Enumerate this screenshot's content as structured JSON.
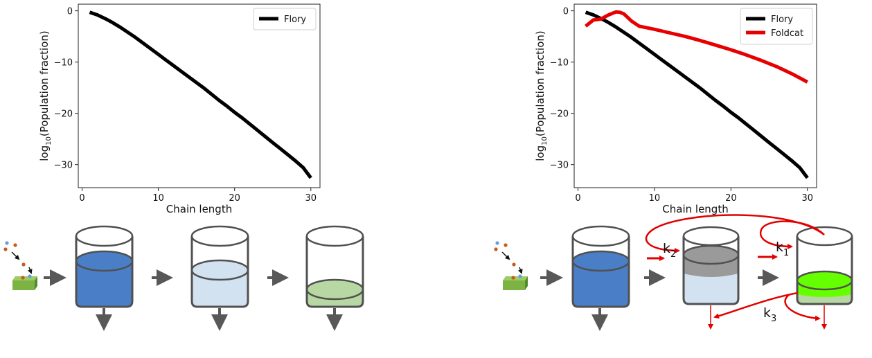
{
  "chart_data": [
    {
      "type": "line",
      "xlabel": "Chain length",
      "ylabel_main": "log",
      "ylabel_sub": "10",
      "ylabel_rest": "(Population fraction)",
      "xlim": [
        -0.5,
        31.2
      ],
      "ylim": [
        -34.5,
        1.3
      ],
      "xticks": [
        0,
        10,
        20,
        30
      ],
      "yticks": [
        0,
        -10,
        -20,
        -30
      ],
      "legend_position": "upper right",
      "grid": false,
      "series": [
        {
          "name": "Flory",
          "color": "#000000",
          "x": [
            1,
            2,
            3,
            4,
            5,
            6,
            7,
            8,
            9,
            10,
            11,
            12,
            13,
            14,
            15,
            16,
            17,
            18,
            19,
            20,
            21,
            22,
            23,
            24,
            25,
            26,
            27,
            28,
            29,
            30
          ],
          "y": [
            -0.3,
            -0.8,
            -1.5,
            -2.3,
            -3.2,
            -4.2,
            -5.2,
            -6.3,
            -7.4,
            -8.5,
            -9.6,
            -10.7,
            -11.8,
            -12.9,
            -14.0,
            -15.1,
            -16.3,
            -17.5,
            -18.6,
            -19.8,
            -20.9,
            -22.1,
            -23.3,
            -24.5,
            -25.7,
            -26.9,
            -28.1,
            -29.3,
            -30.6,
            -32.6
          ]
        }
      ]
    },
    {
      "type": "line",
      "xlabel": "Chain length",
      "ylabel_main": "log",
      "ylabel_sub": "10",
      "ylabel_rest": "(Population fraction)",
      "xlim": [
        -0.5,
        31.2
      ],
      "ylim": [
        -34.5,
        1.3
      ],
      "xticks": [
        0,
        10,
        20,
        30
      ],
      "yticks": [
        0,
        -10,
        -20,
        -30
      ],
      "legend_position": "upper right",
      "grid": false,
      "series": [
        {
          "name": "Flory",
          "color": "#000000",
          "x": [
            1,
            2,
            3,
            4,
            5,
            6,
            7,
            8,
            9,
            10,
            11,
            12,
            13,
            14,
            15,
            16,
            17,
            18,
            19,
            20,
            21,
            22,
            23,
            24,
            25,
            26,
            27,
            28,
            29,
            30
          ],
          "y": [
            -0.3,
            -0.8,
            -1.5,
            -2.3,
            -3.2,
            -4.2,
            -5.2,
            -6.3,
            -7.4,
            -8.5,
            -9.6,
            -10.7,
            -11.8,
            -12.9,
            -14.0,
            -15.1,
            -16.3,
            -17.5,
            -18.6,
            -19.8,
            -20.9,
            -22.1,
            -23.3,
            -24.5,
            -25.7,
            -26.9,
            -28.1,
            -29.3,
            -30.6,
            -32.6
          ]
        },
        {
          "name": "Foldcat",
          "color": "#e60000",
          "x": [
            1,
            2,
            3,
            4,
            5,
            5.5,
            6,
            7,
            8,
            9,
            10,
            12,
            14,
            16,
            18,
            20,
            22,
            24,
            26,
            28,
            30
          ],
          "y": [
            -3.0,
            -1.8,
            -1.6,
            -0.8,
            -0.2,
            -0.3,
            -0.6,
            -2.0,
            -3.0,
            -3.3,
            -3.6,
            -4.3,
            -5.0,
            -5.8,
            -6.7,
            -7.6,
            -8.6,
            -9.7,
            -10.9,
            -12.3,
            -13.9
          ]
        }
      ]
    }
  ],
  "diagram": {
    "colors": {
      "blue": "#4a7fc8",
      "light_blue": "#d3e2f1",
      "light_green": "#b7d7a3",
      "bright_green": "#66ff00",
      "gray": "#9a9a9a",
      "arrow": "#585858",
      "red": "#e20000",
      "outline": "#505050"
    },
    "rate_labels": {
      "k2": {
        "main": "k",
        "sub": "2"
      },
      "k1": {
        "main": "k",
        "sub": "1"
      },
      "k3": {
        "main": "k",
        "sub": "3"
      }
    }
  }
}
